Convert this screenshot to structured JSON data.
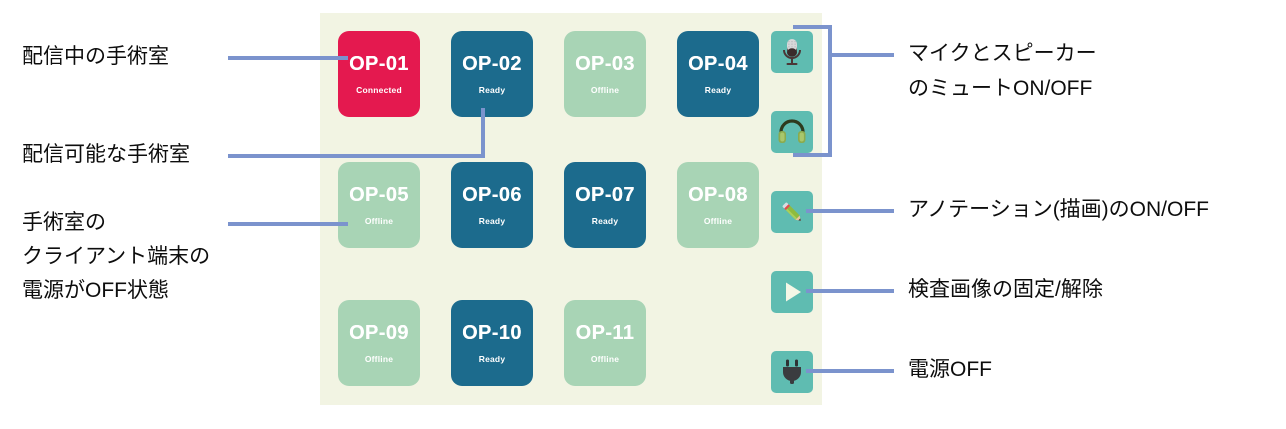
{
  "panel": {
    "background_color": "#f2f4e3",
    "tiles": [
      {
        "name": "OP-01",
        "status": "Connected",
        "state": "connected"
      },
      {
        "name": "OP-02",
        "status": "Ready",
        "state": "ready"
      },
      {
        "name": "OP-03",
        "status": "Offline",
        "state": "offline"
      },
      {
        "name": "OP-04",
        "status": "Ready",
        "state": "ready"
      },
      {
        "name": "OP-05",
        "status": "Offline",
        "state": "offline"
      },
      {
        "name": "OP-06",
        "status": "Ready",
        "state": "ready"
      },
      {
        "name": "OP-07",
        "status": "Ready",
        "state": "ready"
      },
      {
        "name": "OP-08",
        "status": "Offline",
        "state": "offline"
      },
      {
        "name": "OP-09",
        "status": "Offline",
        "state": "offline"
      },
      {
        "name": "OP-10",
        "status": "Ready",
        "state": "ready"
      },
      {
        "name": "OP-11",
        "status": "Offline",
        "state": "offline"
      }
    ],
    "toolbar": [
      {
        "icon": "microphone-icon",
        "label": "microphone"
      },
      {
        "icon": "headphones-icon",
        "label": "headphones"
      },
      {
        "icon": "pencil-icon",
        "label": "pencil"
      },
      {
        "icon": "play-icon",
        "label": "play"
      },
      {
        "icon": "power-plug-icon",
        "label": "power-plug"
      }
    ]
  },
  "annotations": {
    "left": [
      {
        "text": "配信中の手術室"
      },
      {
        "text": "配信可能な手術室"
      },
      {
        "text": "手術室の\nクライアント端末の\n電源がOFF状態"
      }
    ],
    "right": [
      {
        "text": "マイクとスピーカー\nのミュートON/OFF"
      },
      {
        "text": "アノテーション(描画)のON/OFF"
      },
      {
        "text": "検査画像の固定/解除"
      },
      {
        "text": "電源OFF"
      }
    ]
  },
  "colors": {
    "connected": "#e4194f",
    "ready": "#1c6b8d",
    "offline": "#a8d4b5",
    "icon_button": "#5fbcb1",
    "connector": "#7b93cd",
    "panel": "#f2f4e3"
  }
}
